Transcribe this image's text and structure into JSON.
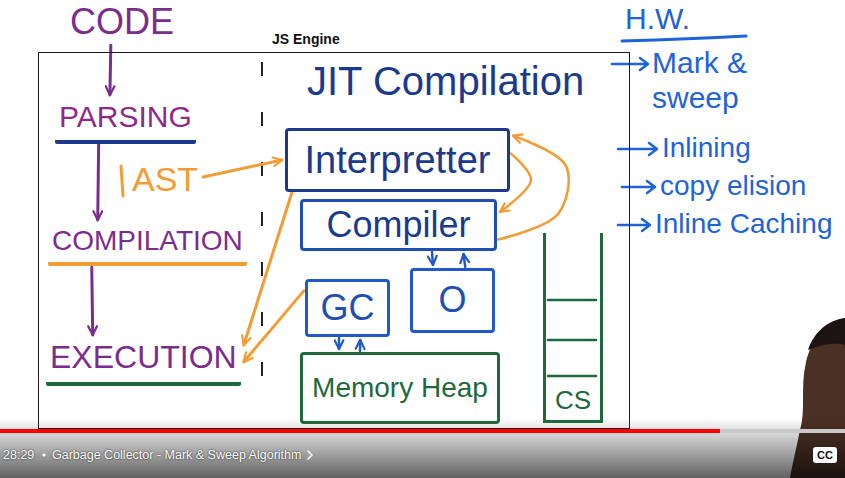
{
  "diagram": {
    "nodes": [
      {
        "text": [
          "CODE"
        ]
      },
      {
        "text": [
          "JS Engine",
          "JIT Compilation"
        ]
      },
      {
        "text": [
          "PARSING"
        ],
        "in": 1
      },
      {
        "text": [
          "AST"
        ],
        "in": 1
      },
      {
        "text": [
          "Interpretter"
        ],
        "in": 1
      },
      {
        "text": [
          "Compiler"
        ],
        "in": 1
      },
      {
        "text": [
          "COMPILATION"
        ],
        "in": 1
      },
      {
        "text": [
          "GC"
        ],
        "in": 1
      },
      {
        "text": [
          "O"
        ],
        "in": 1
      },
      {
        "text": [
          "Memory Heap"
        ],
        "in": 1
      },
      {
        "text": [
          "CS"
        ],
        "in": 1
      },
      {
        "text": [
          "EXECUTION"
        ],
        "in": 1
      }
    ],
    "edges": [
      {
        "from": 0,
        "to": 2,
        "arrow": "to"
      },
      {
        "from": 2,
        "to": 6,
        "arrow": "to"
      },
      {
        "from": 6,
        "to": 11,
        "arrow": "to"
      },
      {
        "from": 3,
        "to": 4,
        "arrow": "to"
      },
      {
        "from": 4,
        "to": 5,
        "arrow": "to"
      },
      {
        "from": 5,
        "to": 4,
        "arrow": "to"
      },
      {
        "from": 4,
        "to": 11,
        "arrow": "to"
      },
      {
        "from": 7,
        "to": 11,
        "arrow": "to"
      },
      {
        "from": 5,
        "to": 8,
        "arrow": "to"
      },
      {
        "from": 8,
        "to": 5,
        "arrow": "to"
      },
      {
        "from": 7,
        "to": 9,
        "arrow": "to"
      },
      {
        "from": 9,
        "to": 7,
        "arrow": "to"
      }
    ],
    "labels": [
      "H.W.",
      "Mark & sweep",
      "Inlining",
      "copy elision",
      "Inline Caching",
      "28:29",
      "Garbage Collector - Mark & Sweep Algorithm",
      "CC"
    ]
  }
}
